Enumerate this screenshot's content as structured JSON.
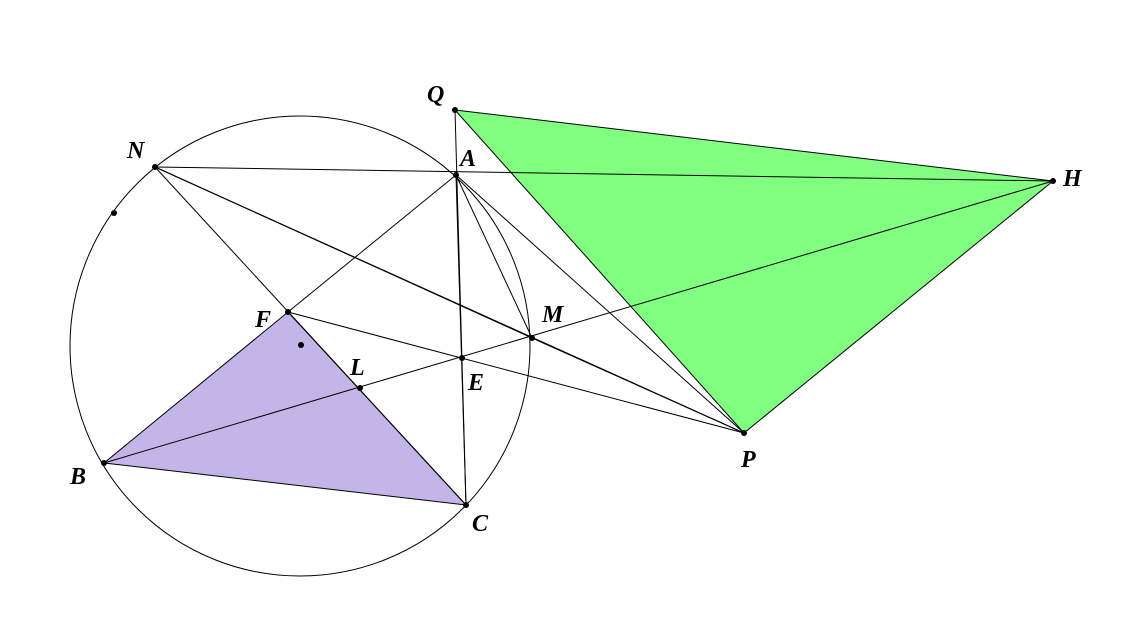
{
  "diagram": {
    "labels": {
      "Q": "Q",
      "N": "N",
      "A": "A",
      "H": "H",
      "F": "F",
      "M": "M",
      "L": "L",
      "E": "E",
      "P": "P",
      "B": "B",
      "C": "C"
    },
    "colors": {
      "triangle_QHP": "#80ff80",
      "triangle_BFC": "#c4b5e8",
      "lines": "#000000"
    }
  }
}
